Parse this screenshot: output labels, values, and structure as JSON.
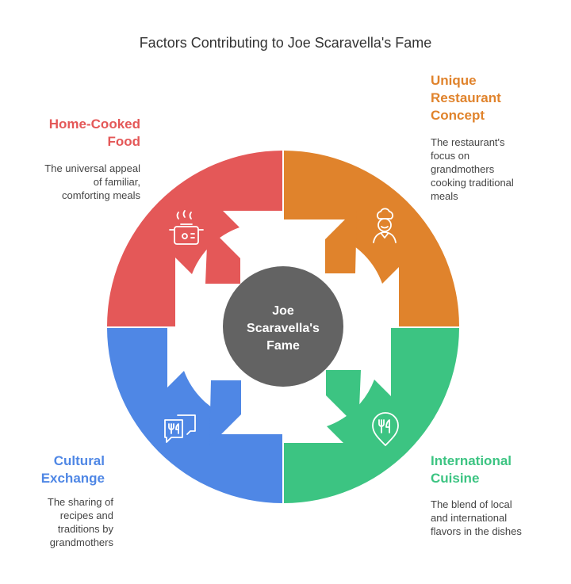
{
  "title": "Factors Contributing to Joe Scaravella's Fame",
  "center": {
    "lines": [
      "Joe",
      "Scaravella's",
      "Fame"
    ],
    "color": "#636363"
  },
  "segments": {
    "top_left": {
      "heading": [
        "Home-Cooked",
        "Food"
      ],
      "description": [
        "The universal appeal",
        "of familiar,",
        "comforting meals"
      ],
      "color": "#e45858",
      "icon": "cooking-pot-icon"
    },
    "top_right": {
      "heading": [
        "Unique",
        "Restaurant",
        "Concept"
      ],
      "description": [
        "The restaurant's",
        "focus on",
        "grandmothers",
        "cooking traditional",
        "meals"
      ],
      "color": "#e0832c",
      "icon": "chef-icon"
    },
    "bottom_right": {
      "heading": [
        "International",
        "Cuisine"
      ],
      "description": [
        "The blend of local",
        "and international",
        "flavors in the dishes"
      ],
      "color": "#3cc482",
      "icon": "location-cutlery-icon"
    },
    "bottom_left": {
      "heading": [
        "Cultural",
        "Exchange"
      ],
      "description": [
        "The sharing of",
        "recipes and",
        "traditions by",
        "grandmothers"
      ],
      "color": "#4f87e5",
      "icon": "chat-cutlery-icon"
    }
  }
}
